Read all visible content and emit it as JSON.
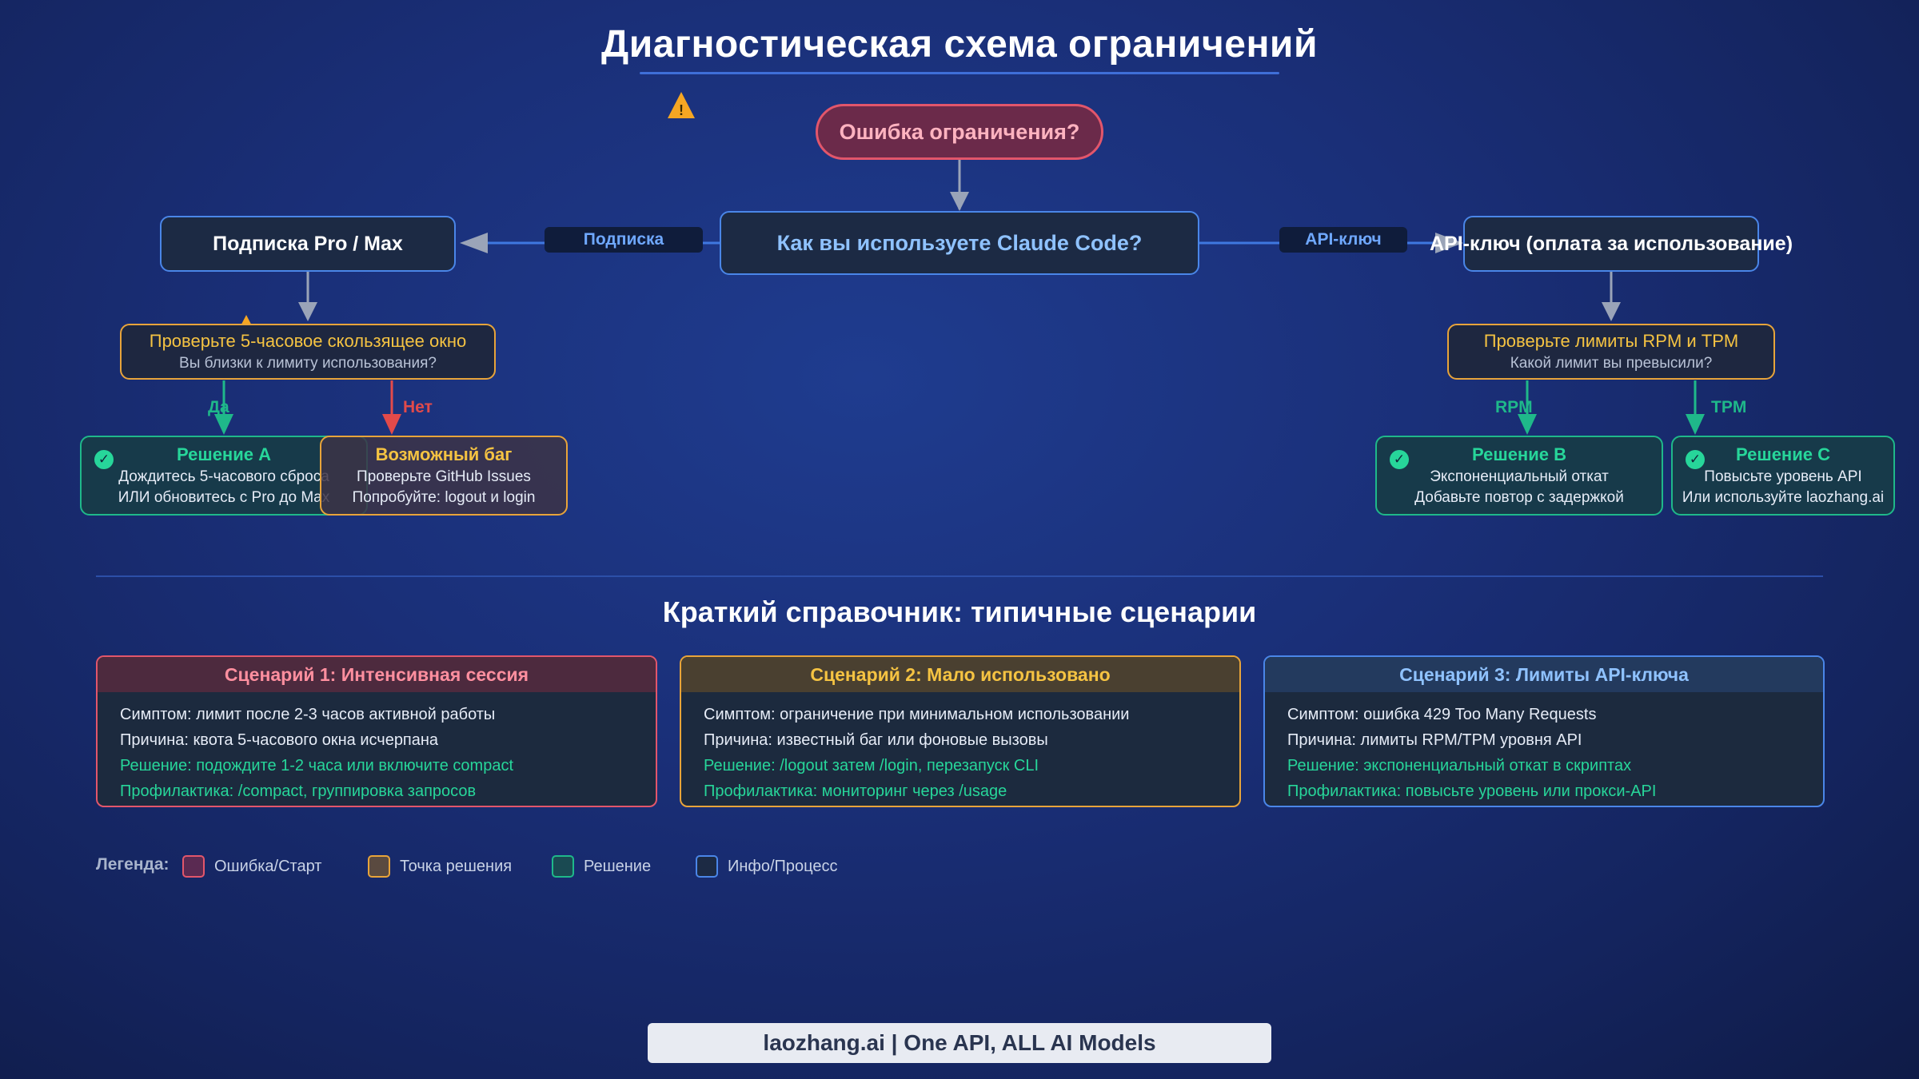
{
  "title": "Диагностическая схема ограничений",
  "nodes": {
    "start": "Ошибка ограничения?",
    "main": "Как вы используете Claude Code?",
    "subscription": "Подписка Pro / Max",
    "apikey": "API-ключ (оплата за использование)",
    "check_window": {
      "line1": "Проверьте 5-часовое скользящее окно",
      "line2": "Вы близки к лимиту использования?"
    },
    "check_limits": {
      "line1": "Проверьте лимиты RPM и TPM",
      "line2": "Какой лимит вы превысили?"
    },
    "solution_a": {
      "title": "Решение A",
      "line1": "Дождитесь 5-часового сброса",
      "line2": "ИЛИ обновитесь с Pro до Max"
    },
    "bug": {
      "title": "Возможный баг",
      "line1": "Проверьте GitHub Issues",
      "line2": "Попробуйте: logout и login"
    },
    "solution_b": {
      "title": "Решение B",
      "line1": "Экспоненциальный откат",
      "line2": "Добавьте повтор с задержкой"
    },
    "solution_c": {
      "title": "Решение C",
      "line1": "Повысьте уровень API",
      "line2": "Или используйте laozhang.ai"
    }
  },
  "edges": {
    "subscription": "Подписка",
    "apikey": "API-ключ",
    "yes": "Да",
    "no": "Нет",
    "rpm": "RPM",
    "tpm": "TPM"
  },
  "subtitle": "Краткий справочник: типичные сценарии",
  "scenarios": [
    {
      "title": "Сценарий 1: Интенсивная сессия",
      "symptom": "Симптом: лимит после 2-3 часов активной работы",
      "cause": "Причина: квота 5-часового окна исчерпана",
      "solution": "Решение: подождите 1-2 часа или включите compact",
      "prevention": "Профилактика: /compact, группировка запросов"
    },
    {
      "title": "Сценарий 2: Мало использовано",
      "symptom": "Симптом: ограничение при минимальном использовании",
      "cause": "Причина: известный баг или фоновые вызовы",
      "solution": "Решение: /logout затем /login, перезапуск CLI",
      "prevention": "Профилактика: мониторинг через /usage"
    },
    {
      "title": "Сценарий 3: Лимиты API-ключа",
      "symptom": "Симптом: ошибка 429 Too Many Requests",
      "cause": "Причина: лимиты RPM/TPM уровня API",
      "solution": "Решение: экспоненциальный откат в скриптах",
      "prevention": "Профилактика: повысьте уровень или прокси-API"
    }
  ],
  "legend": {
    "title": "Легенда:",
    "items": [
      {
        "label": "Ошибка/Старт",
        "fill": "#5a2a52",
        "border": "#e2566b"
      },
      {
        "label": "Точка решения",
        "fill": "#5a4a40",
        "border": "#e8a43a"
      },
      {
        "label": "Решение",
        "fill": "#1a4a52",
        "border": "#1fb88a"
      },
      {
        "label": "Инфо/Процесс",
        "fill": "#1c2a44",
        "border": "#4a86e8"
      }
    ]
  },
  "footer": "laozhang.ai | One API, ALL AI Models",
  "colors": {
    "arrow": "#9aa4b8",
    "blue_line": "#3f78e0",
    "green": "#1fb88a",
    "red": "#e24a4a",
    "warning": "#f5a623"
  }
}
